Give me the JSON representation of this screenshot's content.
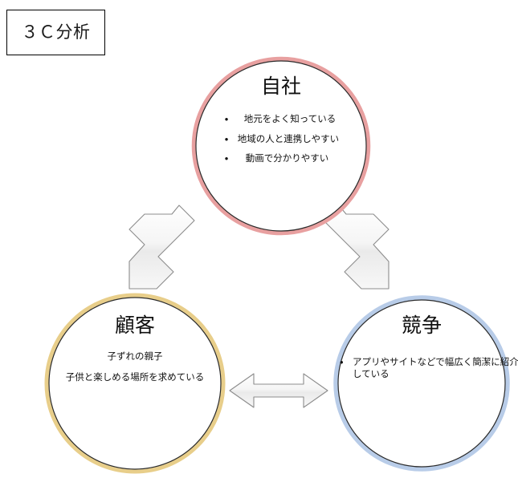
{
  "diagram": {
    "title": "３Ｃ分析",
    "title_box_label": "3C分析",
    "background_color": "#ffffff"
  },
  "nodes": [
    {
      "id": "own-company",
      "title": "自社",
      "ring_color": "#E8A0A0",
      "inner_line_color": "#2b2b2b",
      "bullets": [
        "地元をよく知っている",
        "地域の人と連携しやすい",
        "動画で分かりやすい"
      ]
    },
    {
      "id": "customer",
      "title": "顧客",
      "ring_color": "#E8CE8A",
      "inner_line_color": "#2b2b2b",
      "lines": [
        "子ずれの親子",
        "子供と楽しめる場所を求めている"
      ]
    },
    {
      "id": "competition",
      "title": "競争",
      "ring_color": "#B8CCE8",
      "inner_line_color": "#2b2b2b",
      "bullets": [
        "アプリやサイトなどで幅広く簡潔に紹介している"
      ]
    }
  ],
  "connectors": [
    {
      "id": "own-customer",
      "type": "double-arrow",
      "orientation": "diagonal-left",
      "fill": "#F2F2F2",
      "stroke": "#888888"
    },
    {
      "id": "own-competition",
      "type": "double-arrow",
      "orientation": "diagonal-right",
      "fill": "#F2F2F2",
      "stroke": "#888888"
    },
    {
      "id": "customer-competition",
      "type": "double-arrow",
      "orientation": "horizontal",
      "fill": "#F2F2F2",
      "stroke": "#888888"
    }
  ]
}
